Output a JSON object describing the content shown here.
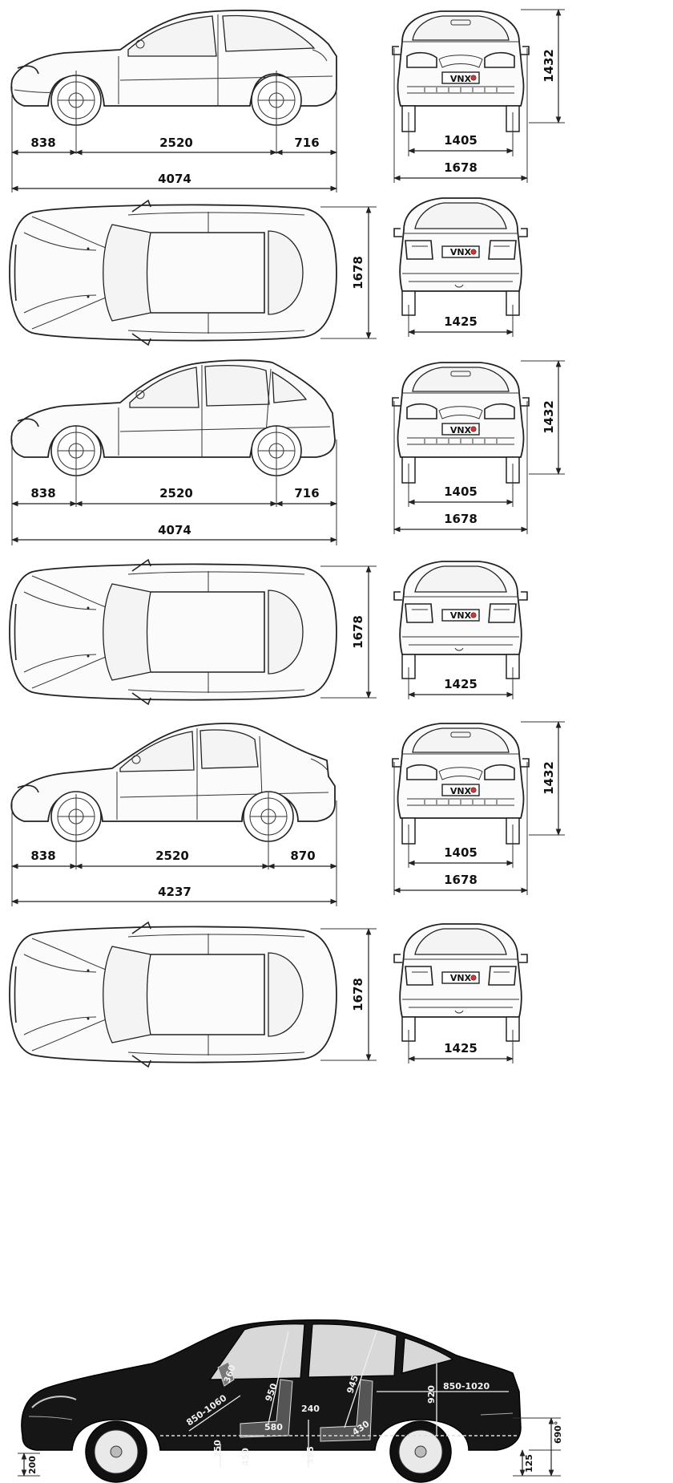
{
  "views": [
    {
      "variant": "3-door hatchback",
      "front_overhang": "838",
      "wheelbase": "2520",
      "rear_overhang": "716",
      "length": "4074",
      "height": "1432",
      "front_track": "1405",
      "width": "1678",
      "rear_track": "1425",
      "top_width": "1678",
      "plate": "VNX"
    },
    {
      "variant": "5-door hatchback",
      "front_overhang": "838",
      "wheelbase": "2520",
      "rear_overhang": "716",
      "length": "4074",
      "height": "1432",
      "front_track": "1405",
      "width": "1678",
      "rear_track": "1425",
      "top_width": "1678",
      "plate": "VNX"
    },
    {
      "variant": "4-door sedan",
      "front_overhang": "838",
      "wheelbase": "2520",
      "rear_overhang": "870",
      "length": "4237",
      "height": "1432",
      "front_track": "1405",
      "width": "1678",
      "rear_track": "1425",
      "top_width": "1678",
      "plate": "VNX"
    }
  ],
  "interior": {
    "labels": [
      "360",
      "950",
      "850-1060",
      "580",
      "350",
      "450",
      "945",
      "240",
      "395",
      "430",
      "920",
      "850-1020",
      "690°",
      "125",
      "200"
    ]
  }
}
